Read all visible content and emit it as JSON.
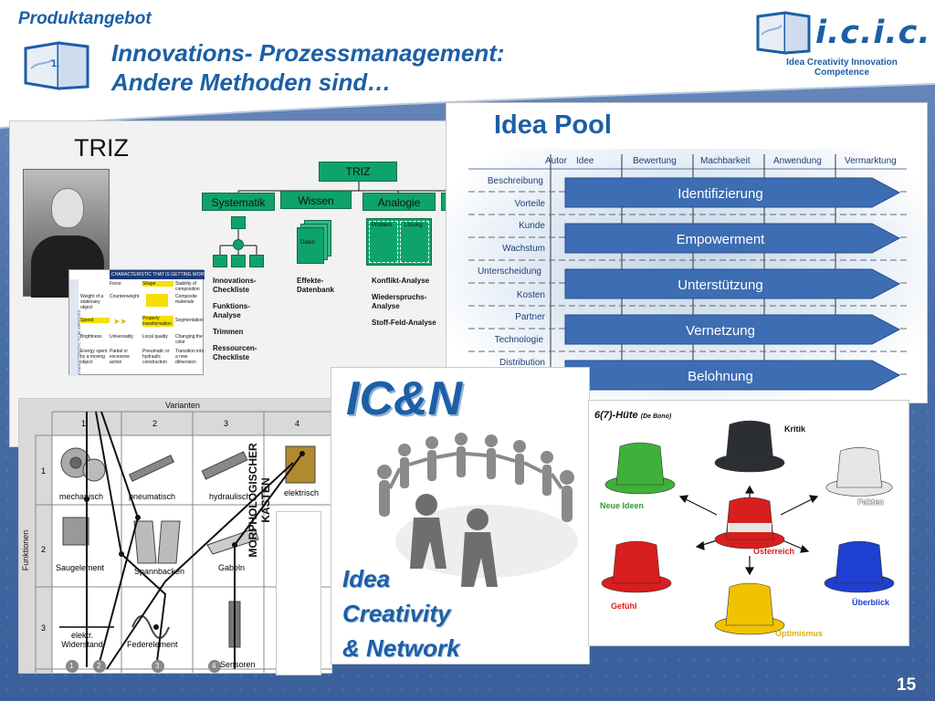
{
  "header": {
    "section": "Produktangebot",
    "title_line1": "Innovations- Prozessmanagement:",
    "title_line2": "Andere Methoden sind…",
    "icon_number": "1."
  },
  "logo": {
    "text": "i.c.i.c.",
    "subtitle": "Idea Creativity Innovation Competence"
  },
  "page_number": "15",
  "triz": {
    "title": "TRIZ",
    "root": "TRIZ",
    "branches": [
      "Systematik",
      "Wissen",
      "Analogie"
    ],
    "problem_label": "Problem",
    "solution_label": "Lösung",
    "data_label": "Daten",
    "col1": [
      "Innovations-Checkliste",
      "Funktions-Analyse",
      "Trimmen",
      "Ressourcen-Checkliste"
    ],
    "col2": [
      "Effekte-Datenbank"
    ],
    "col3": [
      "Konflikt-Analyse",
      "Wiederspruchs-Analyse",
      "Stoff-Feld-Analyse"
    ],
    "matrix": {
      "header": "CHARACTERISTIC THAT IS GETTING WORSE",
      "side": "CHARACTERISTIC TO BE IMPROVED",
      "cols": [
        "Force",
        "Shape",
        "Stability of composition"
      ],
      "rows": [
        [
          "Weight of a stationary object",
          "Counterweight",
          "",
          "Composite materials"
        ],
        [
          "Speed",
          "",
          "Properly transformation",
          "Segmentation"
        ],
        [
          "Brightness",
          "Universality",
          "Local quality",
          "Changing the color"
        ],
        [
          "Energy spent by a moving object",
          "Partial or excessive action",
          "Pneumatic or hydraulic construction",
          "Transition into a new dimension"
        ]
      ]
    }
  },
  "idea_pool": {
    "title": "Idea Pool",
    "columns": [
      "Autor",
      "Idee",
      "Bewertung",
      "Machbarkeit",
      "Anwendung",
      "Vermarktung"
    ],
    "rows": [
      "Beschreibung",
      "Vorteile",
      "Kunde",
      "Wachstum",
      "Unterscheidung",
      "Kosten",
      "Partner",
      "Technologie",
      "Distribution"
    ],
    "phases": [
      "Identifizierung",
      "Empowerment",
      "Unterstützung",
      "Vernetzung",
      "Belohnung"
    ],
    "colors": {
      "arrow": "#3d6db3",
      "arrow_edge": "#274f8f"
    }
  },
  "morph": {
    "header": "Varianten",
    "side": "Funktionen",
    "col_numbers": [
      "1",
      "2",
      "3",
      "4"
    ],
    "row_numbers": [
      "1",
      "2",
      "3"
    ],
    "cells": [
      "mechanisch",
      "pneumatisch",
      "hydraulisch",
      "elektrisch",
      "Saugelement",
      "Spannbacken",
      "Gabeln",
      "elektr. Widerstand",
      "Federelement",
      "Sensoren"
    ],
    "bottom_numbers": [
      "1",
      "2",
      "3",
      "4"
    ],
    "caption": "MORPHOLOGISCHER KASTEN"
  },
  "icn": {
    "title": "IC&N",
    "line1": "Idea",
    "line2": "Creativity",
    "line3": "& Network"
  },
  "hats": {
    "title": "6(7)-Hüte",
    "author": "(De Bono)",
    "labels": {
      "black": "Kritik",
      "white": "Fakten",
      "green": "Neue Ideen",
      "center": "Österreich",
      "red": "Gefühl",
      "yellow": "Optimismus",
      "blue": "Überblick"
    },
    "colors": {
      "black": "#2b2f33",
      "white": "#e6e6e6",
      "green": "#3fb03a",
      "red": "#d81e1e",
      "yellow": "#f2c200",
      "blue": "#1e3fcf",
      "green_text": "#2e9a2e",
      "red_text": "#d81e1e",
      "yellow_text": "#e0b000",
      "blue_text": "#1e3fcf"
    }
  }
}
